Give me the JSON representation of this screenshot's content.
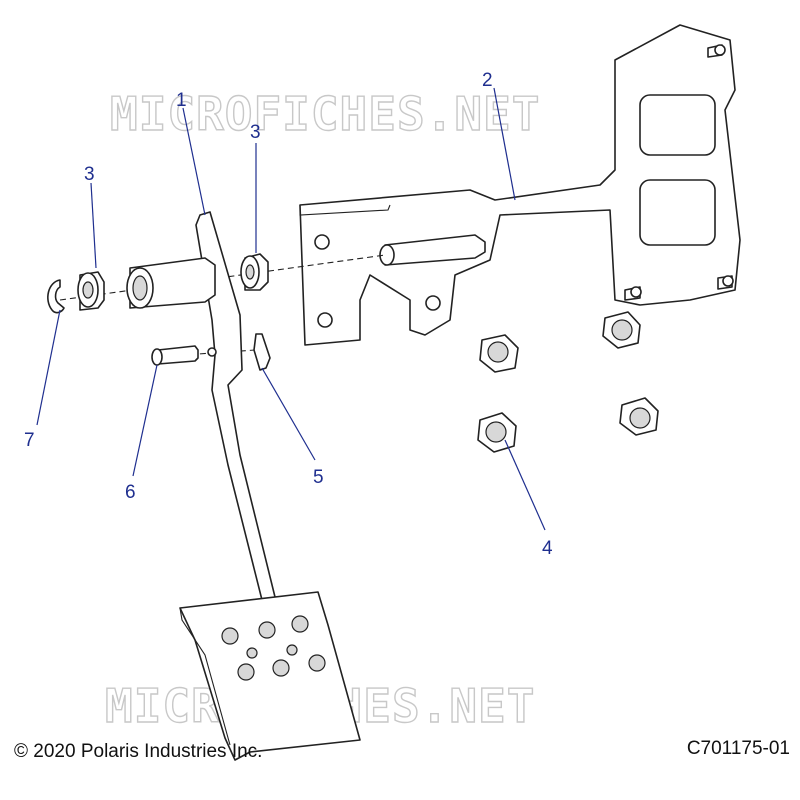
{
  "watermark": "MICROFICHES.NET",
  "callouts": {
    "c1": "1",
    "c2": "2",
    "c3a": "3",
    "c3b": "3",
    "c4": "4",
    "c5": "5",
    "c6": "6",
    "c7": "7"
  },
  "footer": {
    "copyright": "© 2020 Polaris Industries Inc.",
    "figure_code": "C701175-01"
  },
  "colors": {
    "callout": "#1f2f8f",
    "line": "#222222",
    "watermark": "#c8c8c8"
  }
}
